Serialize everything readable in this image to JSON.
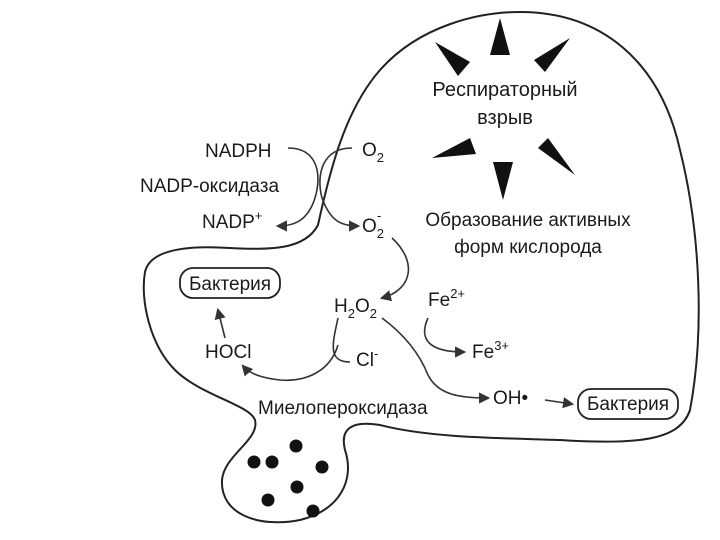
{
  "diagram": {
    "burst_title_line1": "Респираторный",
    "burst_title_line2": "взрыв",
    "ros_line1": "Образование активных",
    "ros_line2": "форм кислорода",
    "nadph": "NADPH",
    "nadph_oxidase": "NADP-оксидаза",
    "nadp_plus": "NADP",
    "nadp_plus_sup": "+",
    "o2": "O",
    "o2_sub": "2",
    "superoxide": "O",
    "superoxide_sub": "2",
    "superoxide_sup": "-",
    "h2o2_h": "H",
    "h2o2_sub1": "2",
    "h2o2_o": "O",
    "h2o2_sub2": "2",
    "fe2": "Fe",
    "fe2_sup": "2+",
    "fe3": "Fe",
    "fe3_sup": "3+",
    "chloride": "Cl",
    "chloride_sup": "-",
    "hocl": "HOCl",
    "bacterium_left": "Бактерия",
    "bacterium_right": "Бактерия",
    "hydroxyl": "OH•",
    "myeloperoxidase": "Миелопероксидаза"
  }
}
